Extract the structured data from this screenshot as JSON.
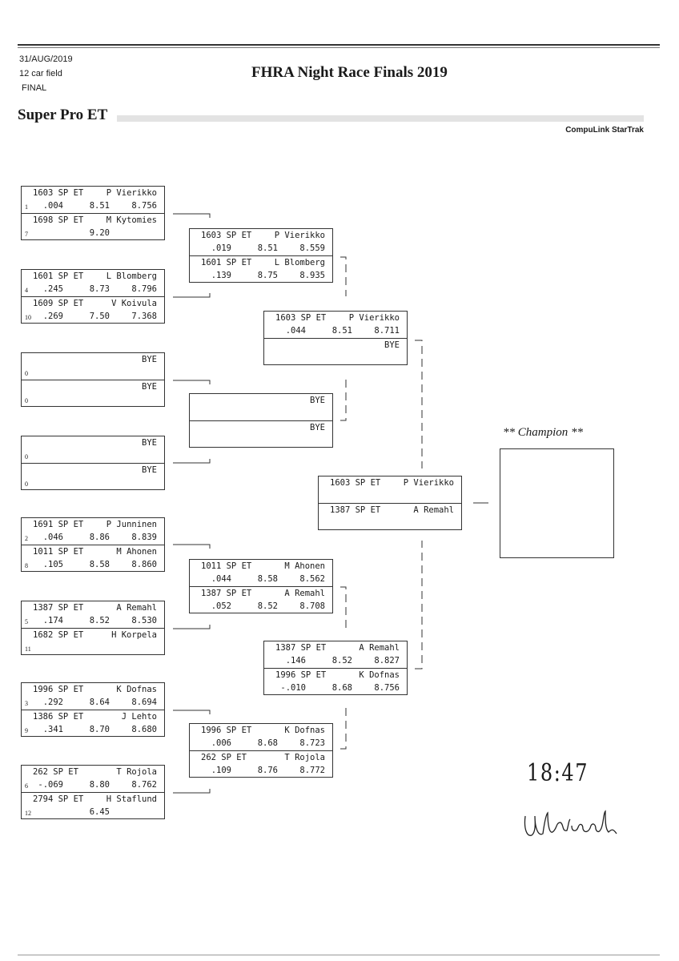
{
  "header": {
    "date": "31/AUG/2019",
    "field": "12 car field",
    "stage": "FINAL",
    "title": "FHRA Night Race Finals 2019",
    "class_name": "Super Pro ET",
    "brand": "CompuLink StarTrak"
  },
  "rounds": [
    {
      "name": "round1",
      "matches": [
        {
          "slots": [
            {
              "car": "1603 SP ET",
              "driver": "P Vierikko",
              "seed": "1",
              "rt": ".004",
              "dial": "8.51",
              "et": "8.756"
            },
            {
              "car": "1698 SP ET",
              "driver": "M Kytomies",
              "seed": "7",
              "rt": "",
              "dial": "9.20",
              "et": ""
            }
          ]
        },
        {
          "slots": [
            {
              "car": "1601 SP ET",
              "driver": "L Blomberg",
              "seed": "4",
              "rt": ".245",
              "dial": "8.73",
              "et": "8.796"
            },
            {
              "car": "1609 SP ET",
              "driver": "V Koivula",
              "seed": "10",
              "rt": ".269",
              "dial": "7.50",
              "et": "7.368"
            }
          ]
        },
        {
          "slots": [
            {
              "car": "",
              "driver": "BYE",
              "seed": "0",
              "rt": "",
              "dial": "",
              "et": ""
            },
            {
              "car": "",
              "driver": "BYE",
              "seed": "0",
              "rt": "",
              "dial": "",
              "et": ""
            }
          ]
        },
        {
          "slots": [
            {
              "car": "",
              "driver": "BYE",
              "seed": "0",
              "rt": "",
              "dial": "",
              "et": ""
            },
            {
              "car": "",
              "driver": "BYE",
              "seed": "0",
              "rt": "",
              "dial": "",
              "et": ""
            }
          ]
        },
        {
          "slots": [
            {
              "car": "1691 SP ET",
              "driver": "P Junninen",
              "seed": "2",
              "rt": ".046",
              "dial": "8.86",
              "et": "8.839"
            },
            {
              "car": "1011 SP ET",
              "driver": "M Ahonen",
              "seed": "8",
              "rt": ".105",
              "dial": "8.58",
              "et": "8.860"
            }
          ]
        },
        {
          "slots": [
            {
              "car": "1387 SP ET",
              "driver": "A Remahl",
              "seed": "5",
              "rt": ".174",
              "dial": "8.52",
              "et": "8.530"
            },
            {
              "car": "1682 SP ET",
              "driver": "H Korpela",
              "seed": "11",
              "rt": "",
              "dial": "",
              "et": ""
            }
          ]
        },
        {
          "slots": [
            {
              "car": "1996 SP ET",
              "driver": "K Dofnas",
              "seed": "3",
              "rt": ".292",
              "dial": "8.64",
              "et": "8.694"
            },
            {
              "car": "1386 SP ET",
              "driver": "J Lehto",
              "seed": "9",
              "rt": ".341",
              "dial": "8.70",
              "et": "8.680"
            }
          ]
        },
        {
          "slots": [
            {
              "car": "262 SP ET",
              "driver": "T Rojola",
              "seed": "6",
              "rt": "-.069",
              "dial": "8.80",
              "et": "8.762"
            },
            {
              "car": "2794 SP ET",
              "driver": "H Staflund",
              "seed": "12",
              "rt": "",
              "dial": "6.45",
              "et": ""
            }
          ]
        }
      ]
    },
    {
      "name": "round2",
      "matches": [
        {
          "slots": [
            {
              "car": "1603 SP ET",
              "driver": "P Vierikko",
              "seed": "",
              "rt": ".019",
              "dial": "8.51",
              "et": "8.559"
            },
            {
              "car": "1601 SP ET",
              "driver": "L Blomberg",
              "seed": "",
              "rt": ".139",
              "dial": "8.75",
              "et": "8.935"
            }
          ]
        },
        {
          "slots": [
            {
              "car": "",
              "driver": "BYE",
              "seed": "",
              "rt": "",
              "dial": "",
              "et": ""
            },
            {
              "car": "",
              "driver": "BYE",
              "seed": "",
              "rt": "",
              "dial": "",
              "et": ""
            }
          ]
        },
        {
          "slots": [
            {
              "car": "1011 SP ET",
              "driver": "M Ahonen",
              "seed": "",
              "rt": ".044",
              "dial": "8.58",
              "et": "8.562"
            },
            {
              "car": "1387 SP ET",
              "driver": "A Remahl",
              "seed": "",
              "rt": ".052",
              "dial": "8.52",
              "et": "8.708"
            }
          ]
        },
        {
          "slots": [
            {
              "car": "1996 SP ET",
              "driver": "K Dofnas",
              "seed": "",
              "rt": ".006",
              "dial": "8.68",
              "et": "8.723"
            },
            {
              "car": "262 SP ET",
              "driver": "T Rojola",
              "seed": "",
              "rt": ".109",
              "dial": "8.76",
              "et": "8.772"
            }
          ]
        }
      ]
    },
    {
      "name": "semifinal",
      "matches": [
        {
          "slots": [
            {
              "car": "1603 SP ET",
              "driver": "P Vierikko",
              "seed": "",
              "rt": ".044",
              "dial": "8.51",
              "et": "8.711"
            },
            {
              "car": "",
              "driver": "BYE",
              "seed": "",
              "rt": "",
              "dial": "",
              "et": ""
            }
          ]
        },
        {
          "slots": [
            {
              "car": "1387 SP ET",
              "driver": "A Remahl",
              "seed": "",
              "rt": ".146",
              "dial": "8.52",
              "et": "8.827"
            },
            {
              "car": "1996 SP ET",
              "driver": "K Dofnas",
              "seed": "",
              "rt": "-.010",
              "dial": "8.68",
              "et": "8.756"
            }
          ]
        }
      ]
    },
    {
      "name": "final",
      "matches": [
        {
          "slots": [
            {
              "car": "1603 SP ET",
              "driver": "P Vierikko",
              "seed": "",
              "rt": "",
              "dial": "",
              "et": ""
            },
            {
              "car": "1387 SP ET",
              "driver": "A Remahl",
              "seed": "",
              "rt": "",
              "dial": "",
              "et": ""
            }
          ]
        }
      ]
    }
  ],
  "champion": {
    "label": "** Champion **"
  },
  "handwriting": {
    "time": "18:47",
    "signature": "Ulrica..."
  }
}
